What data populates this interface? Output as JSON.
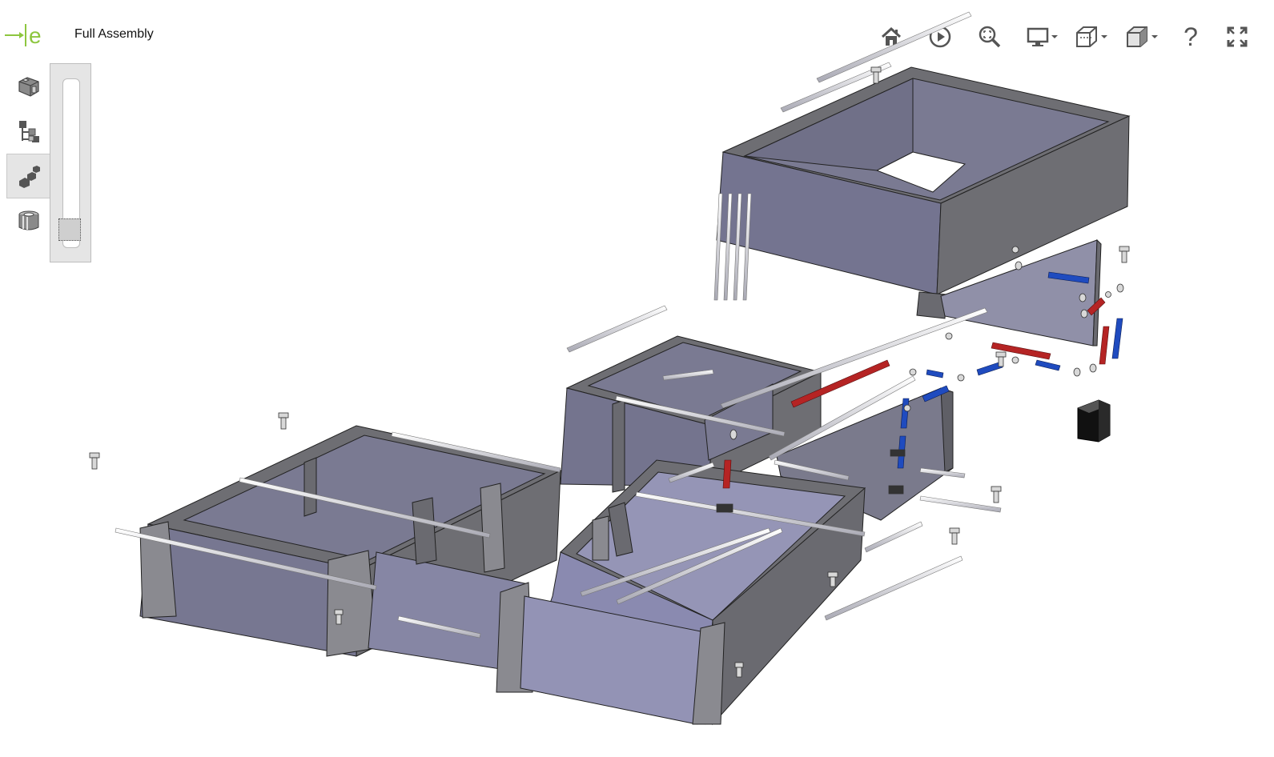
{
  "app": {
    "title": "Full Assembly",
    "logo_icon": "onshape-e-logo"
  },
  "toolbar": {
    "buttons": [
      {
        "name": "home-button",
        "icon": "home-icon"
      },
      {
        "name": "play-button",
        "icon": "play-icon"
      },
      {
        "name": "zoom-fit-button",
        "icon": "zoom-icon"
      },
      {
        "name": "display-menu-button",
        "icon": "monitor-icon"
      },
      {
        "name": "section-view-menu-button",
        "icon": "section-cube-icon"
      },
      {
        "name": "view-cube-menu-button",
        "icon": "cube-icon"
      },
      {
        "name": "help-button",
        "icon": "help-icon",
        "label": "?"
      },
      {
        "name": "fullscreen-button",
        "icon": "fullscreen-icon"
      }
    ]
  },
  "side_tools": [
    {
      "name": "parts-tool",
      "icon": "parts-icon",
      "active": false
    },
    {
      "name": "assembly-tree-tool",
      "icon": "tree-icon",
      "active": false
    },
    {
      "name": "explode-tool",
      "icon": "explode-icon",
      "active": true
    },
    {
      "name": "section-tool",
      "icon": "section-icon",
      "active": false
    }
  ],
  "explode_slider": {
    "value": 0.95
  },
  "colors": {
    "accent_green": "#8dc63f",
    "part_top": "#6f6f75",
    "part_inner": "#7a7a92",
    "part_light": "#9a9ab8",
    "pipe_red": "#b52424",
    "pipe_blue": "#1f4bbf",
    "rod": "#e6e6ec"
  }
}
